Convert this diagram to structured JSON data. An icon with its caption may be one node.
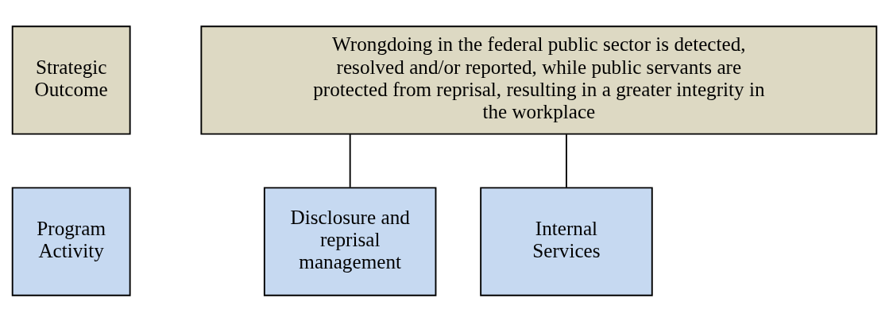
{
  "diagram": {
    "nodes": [
      {
        "text": [
          "Strategic Outcome"
        ]
      },
      {
        "text": [
          "Wrongdoing in the federal public sector is detected, resolved and/or reported, while public servants are protected from reprisal, resulting in a greater integrity in the workplace"
        ]
      },
      {
        "text": [
          "Program Activity"
        ]
      },
      {
        "text": [
          "Disclosure and reprisal management"
        ]
      },
      {
        "text": [
          "Internal Services"
        ]
      }
    ],
    "edges": [
      {
        "from": 1,
        "to": 3,
        "arrow": "none"
      },
      {
        "from": 1,
        "to": 4,
        "arrow": "none"
      }
    ]
  }
}
